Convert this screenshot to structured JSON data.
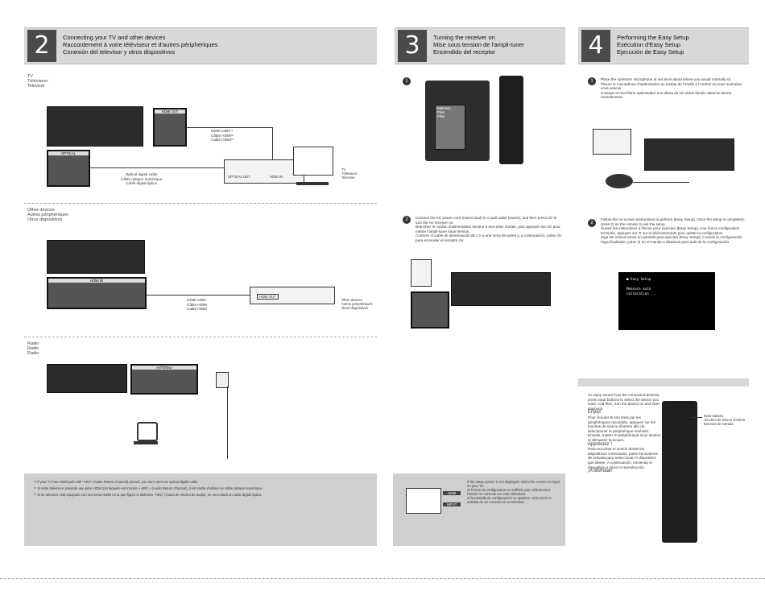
{
  "section2": {
    "num": "2",
    "title_en": "Connecting your TV and other devices",
    "title_fr": "Raccordement à votre téléviseur et d'autres périphériques",
    "title_es": "Conexión del televisor y otros dispositivos",
    "tv_label": [
      "TV",
      "Téléviseur",
      "Televisor"
    ],
    "hdmi_out_label": "HDMI OUT",
    "hdmi_cable": [
      "HDMI cable*¹",
      "Câble HDMI*¹",
      "Cable HDMI*¹"
    ],
    "optical_label": "OPTICAL",
    "optical_cable": [
      "Optical digital cable",
      "Câble optique numérique",
      "Cable digital óptico"
    ],
    "optical_out": "OPTICAL OUT",
    "hdmi_in": "HDMI IN",
    "tv_device_label": [
      "TV",
      "Téléviseur",
      "Televisor"
    ],
    "other_label": [
      "Other devices",
      "Autres périphériques",
      "Otros dispositivos"
    ],
    "hdmi_in_big": "HDMI IN",
    "hdmi_cable2": [
      "HDMI cable",
      "Câble HDMI",
      "Cable HDMI"
    ],
    "hdmi_out2": "HDMI OUT",
    "other_device_label": [
      "Other devices",
      "Autres périphériques",
      "Otros dispositivos"
    ],
    "radio_label": [
      "Radio",
      "Radio",
      "Radio"
    ],
    "antenna": "ANTENNA",
    "footnotes": [
      "*¹ If your TV has HDMI jack with \"ARC\" (Audio Return Channel) printed, you don't need an optical digital cable.",
      "*¹ Si votre téléviseur possède une prise HDMI (on laquelle est inscrite « ARC » (Audio Return Channel), il est inutile d'utiliser un câble optique numérique.",
      "*¹ Si su televisor está equipado con una toma HDMI en la que figura el distintivo \"ARC\" (Canal de retorno de audio), no necesitará un cable digital óptico."
    ]
  },
  "section3": {
    "num": "3",
    "title_en": "Turning the receiver on",
    "title_fr": "Mise sous tension de l'ampli-tuner",
    "title_es": "Encendido del receptor",
    "step1": "1",
    "battery": [
      "Batteries",
      "Piles",
      "Pilas"
    ],
    "step2": "2",
    "step2_text": [
      "Connect the AC power cord (mains lead) to a wall outlet (mains), and then press I/⏻ to turn the AV receiver on.",
      "Branchez le cordon d'alimentation secteur à une prise murale, puis appuyez sur I/⏻ pour mettre l'ampli-tuner sous tension.",
      "Conecte el cable de alimentación de CA a una toma de pared y, a continuación, pulse I/⏻ para encender el receptor AV."
    ],
    "foot_text": [
      "If the setup screen is not displayed, select the correct AV input on your TV.",
      "Si l'écran de configuration ne s'affiche pas, sélectionnez l'entrée AV correcte sur votre téléviseur.",
      "Si la pantalla de configuración no aparece, seleccione la entrada de AV correcta en su televisor."
    ],
    "tv_input_a": "HDMI",
    "tv_input_b": "INPUT"
  },
  "section4": {
    "num": "4",
    "title_en": "Performing the Easy Setup",
    "title_fr": "Exécution d'Easy Setup",
    "title_es": "Ejecución de Easy Setup",
    "step1": "1",
    "step1_text": [
      "Place the optimizer microphone at ear level about where you would normally sit.",
      "Placez le microphone d'optimisation au niveau de l'oreille à l'endroit où vous souhaitez vous asseoir.",
      "Coloque el micrófono optimizador a la altura de los oídos donde usted se sienta normalmente."
    ],
    "step2": "2",
    "step2_text": [
      "Follow the on-screen instructions to perform [Easy Setup]. Once the setup is completed, press ⊡ on the remote to exit the setup.",
      "Suivez les instructions à l'écran pour exécuter [Easy Setup]. Une fois la configuration terminée, appuyez sur ⊡ sur la télécommande pour quitter la configuration.",
      "Siga las instrucciones en pantalla para ejecutar [Easy Setup]. Cuando la configuración haya finalizado, pulse ⊡ en el mando a distancia para salir de la configuración."
    ],
    "screen_title": "■ Easy Setup",
    "screen_lines": [
      "Measure auto",
      "calibration ..."
    ],
    "enjoy_en": "To enjoy sound from the connected devices, press input buttons to select the device you want. And then, turn the device on and start playback.",
    "enjoy_en2": "Enjoy!",
    "enjoy_fr": "Pour écouter le son émis par les périphériques raccordés, appuyez sur les touches de source d'entrée afin de sélectionner le périphérique souhaité. Ensuite, mettez le périphérique sous tension et démarrez la lecture.",
    "enjoy_fr2": "Appréciez !",
    "enjoy_es": "Para escuchar el sonido desde los dispositivos conectados, pulse los botones de entrada para seleccionar el dispositivo que desee. A continuación, encienda el dispositivo e inicie la reproducción.",
    "enjoy_es2": "¡A disfrutar!",
    "input_buttons": [
      "Input buttons",
      "Touches de source d'entrée",
      "Botones de entrada"
    ]
  }
}
